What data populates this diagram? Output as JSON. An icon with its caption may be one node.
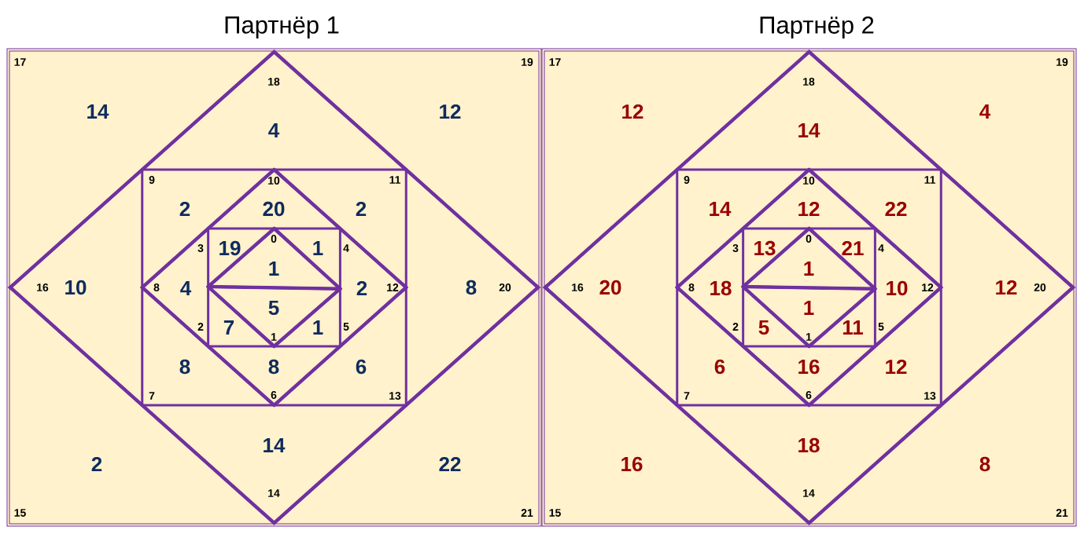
{
  "diagram": {
    "nodes": [
      {
        "text": [
          "Партнёр 1"
        ]
      },
      {
        "text": [
          "14"
        ],
        "in": 0
      },
      {
        "text": [
          "12"
        ],
        "in": 0
      },
      {
        "text": [
          "4"
        ],
        "in": 0
      },
      {
        "text": [
          "2"
        ],
        "in": 0
      },
      {
        "text": [
          "20"
        ],
        "in": 0
      },
      {
        "text": [
          "2"
        ],
        "in": 0
      },
      {
        "text": [
          "19"
        ],
        "in": 0
      },
      {
        "text": [
          "1"
        ],
        "in": 0
      },
      {
        "text": [
          "1"
        ],
        "in": 0
      },
      {
        "text": [
          "10"
        ],
        "in": 0
      },
      {
        "text": [
          "4"
        ],
        "in": 0
      },
      {
        "text": [
          "2"
        ],
        "in": 0
      },
      {
        "text": [
          "8"
        ],
        "in": 0
      },
      {
        "text": [
          "5"
        ],
        "in": 0
      },
      {
        "text": [
          "7"
        ],
        "in": 0
      },
      {
        "text": [
          "1"
        ],
        "in": 0
      },
      {
        "text": [
          "8"
        ],
        "in": 0
      },
      {
        "text": [
          "8"
        ],
        "in": 0
      },
      {
        "text": [
          "6"
        ],
        "in": 0
      },
      {
        "text": [
          "14"
        ],
        "in": 0
      },
      {
        "text": [
          "2"
        ],
        "in": 0
      },
      {
        "text": [
          "22"
        ],
        "in": 0
      },
      {
        "text": [
          "Партнёр 2"
        ]
      },
      {
        "text": [
          "12"
        ],
        "in": 23
      },
      {
        "text": [
          "4"
        ],
        "in": 23
      },
      {
        "text": [
          "14"
        ],
        "in": 23
      },
      {
        "text": [
          "14"
        ],
        "in": 23
      },
      {
        "text": [
          "12"
        ],
        "in": 23
      },
      {
        "text": [
          "22"
        ],
        "in": 23
      },
      {
        "text": [
          "13"
        ],
        "in": 23
      },
      {
        "text": [
          "21"
        ],
        "in": 23
      },
      {
        "text": [
          "1"
        ],
        "in": 23
      },
      {
        "text": [
          "20"
        ],
        "in": 23
      },
      {
        "text": [
          "18"
        ],
        "in": 23
      },
      {
        "text": [
          "10"
        ],
        "in": 23
      },
      {
        "text": [
          "12"
        ],
        "in": 23
      },
      {
        "text": [
          "1"
        ],
        "in": 23
      },
      {
        "text": [
          "5"
        ],
        "in": 23
      },
      {
        "text": [
          "11"
        ],
        "in": 23
      },
      {
        "text": [
          "6"
        ],
        "in": 23
      },
      {
        "text": [
          "16"
        ],
        "in": 23
      },
      {
        "text": [
          "12"
        ],
        "in": 23
      },
      {
        "text": [
          "18"
        ],
        "in": 23
      },
      {
        "text": [
          "16"
        ],
        "in": 23
      },
      {
        "text": [
          "8"
        ],
        "in": 23
      }
    ],
    "labels": [
      "17",
      "19",
      "18",
      "9",
      "10",
      "11",
      "0",
      "3",
      "4",
      "16",
      "8",
      "12",
      "20",
      "2",
      "5",
      "1",
      "7",
      "6",
      "13",
      "14",
      "15",
      "21",
      "17",
      "19",
      "18",
      "9",
      "10",
      "11",
      "0",
      "3",
      "4",
      "16",
      "8",
      "12",
      "20",
      "2",
      "5",
      "1",
      "7",
      "6",
      "13",
      "14",
      "15",
      "21"
    ]
  }
}
